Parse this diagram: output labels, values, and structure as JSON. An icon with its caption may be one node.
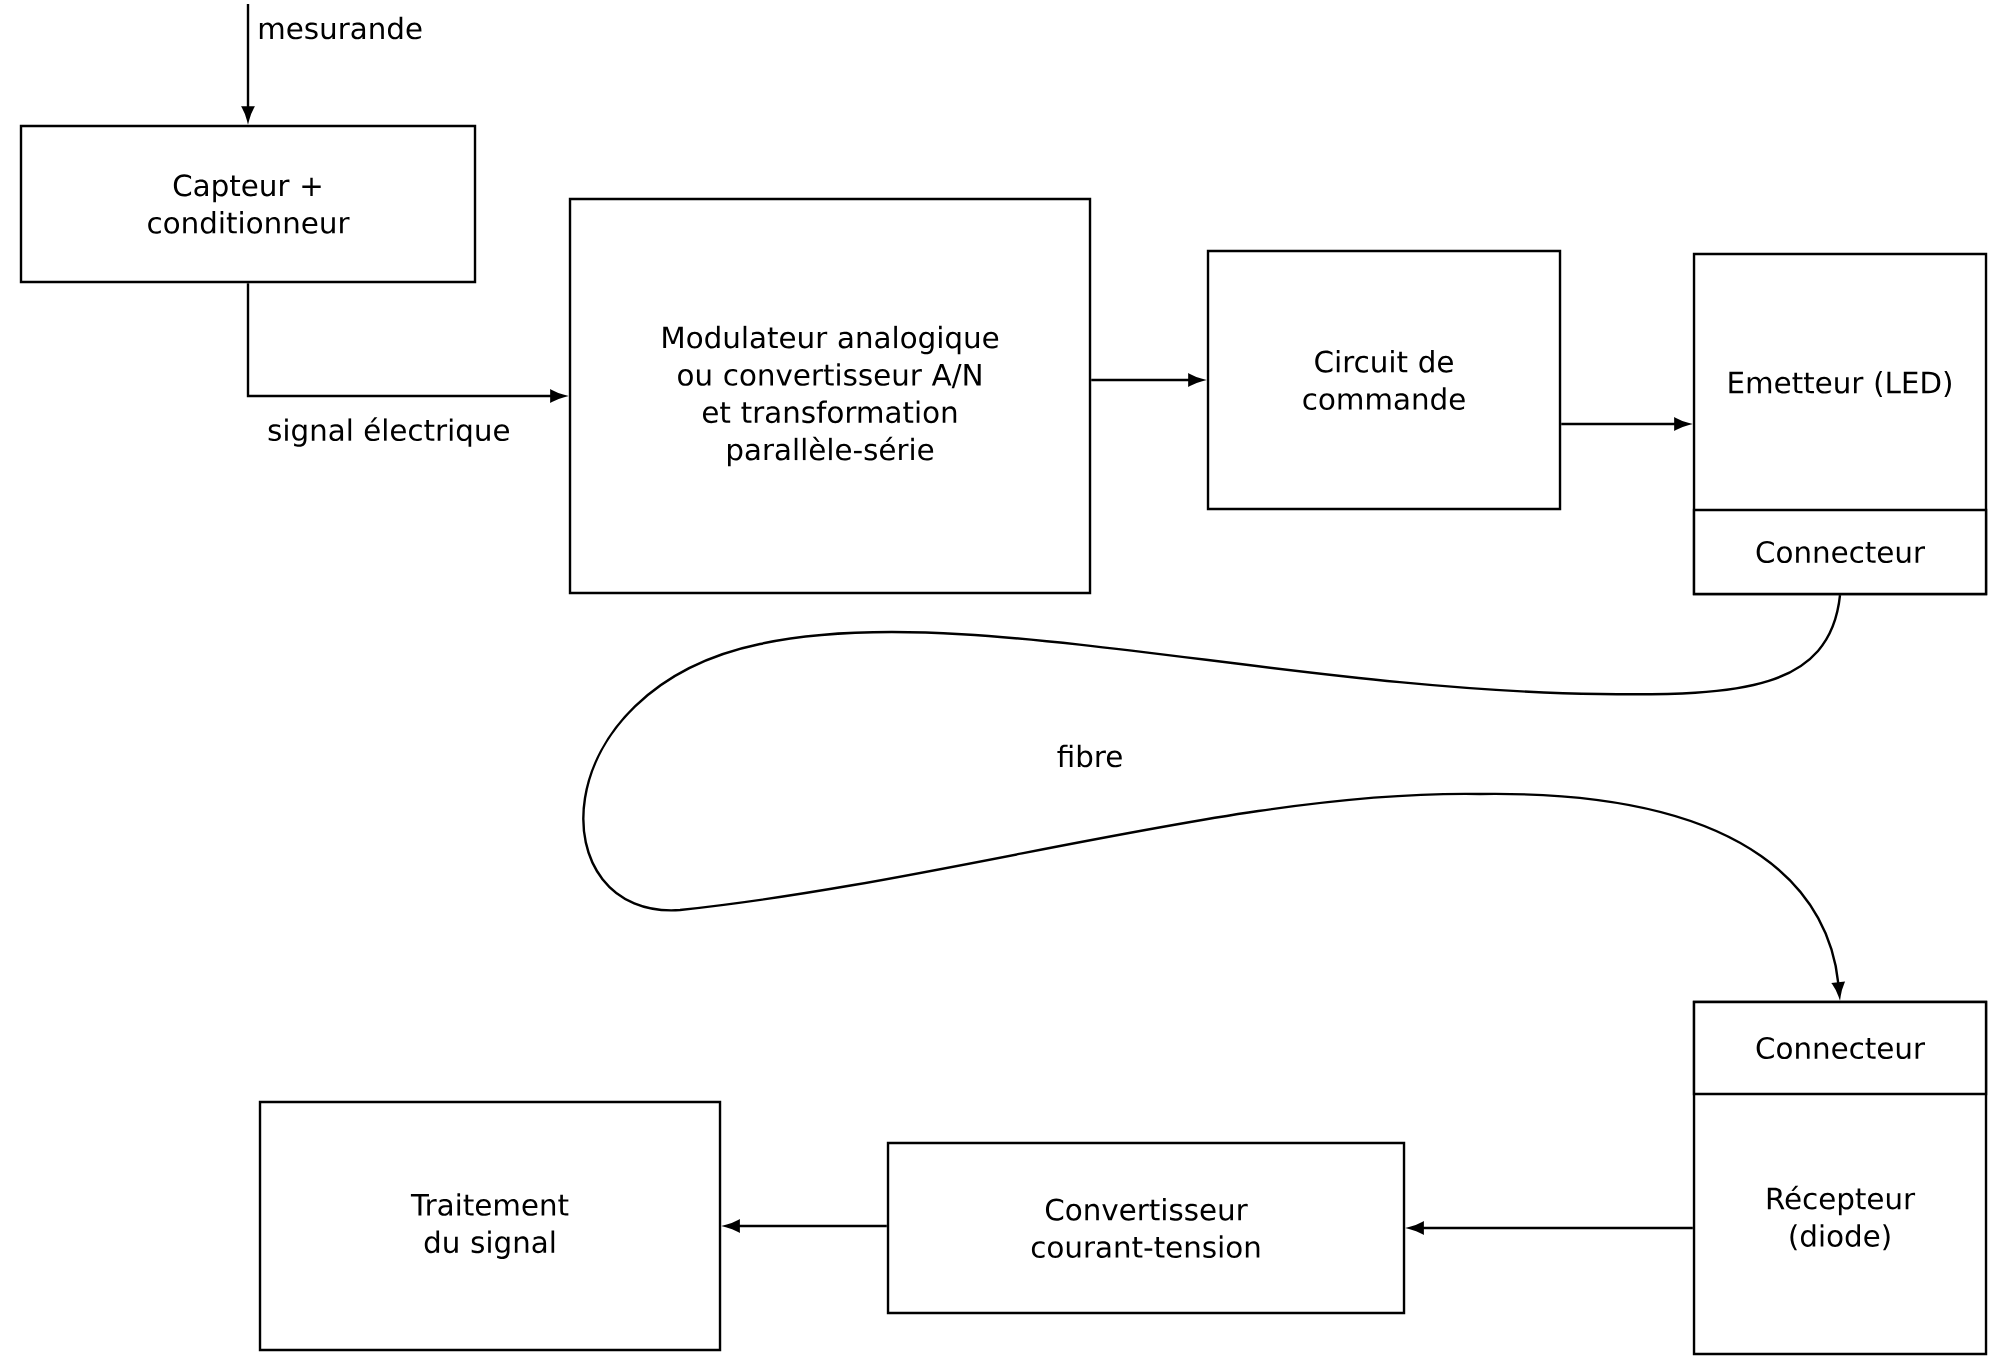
{
  "diagram": {
    "nodes": [
      {
        "text": [
          "Capteur + conditionneur"
        ]
      },
      {
        "text": [
          "Modulateur analogique ou convertisseur A/N et transformation parallèle-série"
        ]
      },
      {
        "text": [
          "Circuit de commande"
        ]
      },
      {
        "text": [
          "Emetteur (LED)"
        ]
      },
      {
        "text": [
          "Connecteur"
        ],
        "in": 3
      },
      {
        "text": [
          "Récepteur (diode)"
        ]
      },
      {
        "text": [
          "Connecteur"
        ],
        "in": 5
      },
      {
        "text": [
          "Convertisseur courant-tension"
        ]
      },
      {
        "text": [
          "Traitement du signal"
        ]
      }
    ],
    "edges": [
      {
        "from": null,
        "to": 0,
        "arrow": "to",
        "label": "mesurande"
      },
      {
        "from": 0,
        "to": 1,
        "arrow": "to",
        "label": "signal électrique"
      },
      {
        "from": 1,
        "to": 2,
        "arrow": "to"
      },
      {
        "from": 2,
        "to": 3,
        "arrow": "to"
      },
      {
        "from": 4,
        "to": 6,
        "arrow": "to",
        "label": "fibre"
      },
      {
        "from": 5,
        "to": 7,
        "arrow": "to"
      },
      {
        "from": 7,
        "to": 8,
        "arrow": "to"
      }
    ]
  }
}
